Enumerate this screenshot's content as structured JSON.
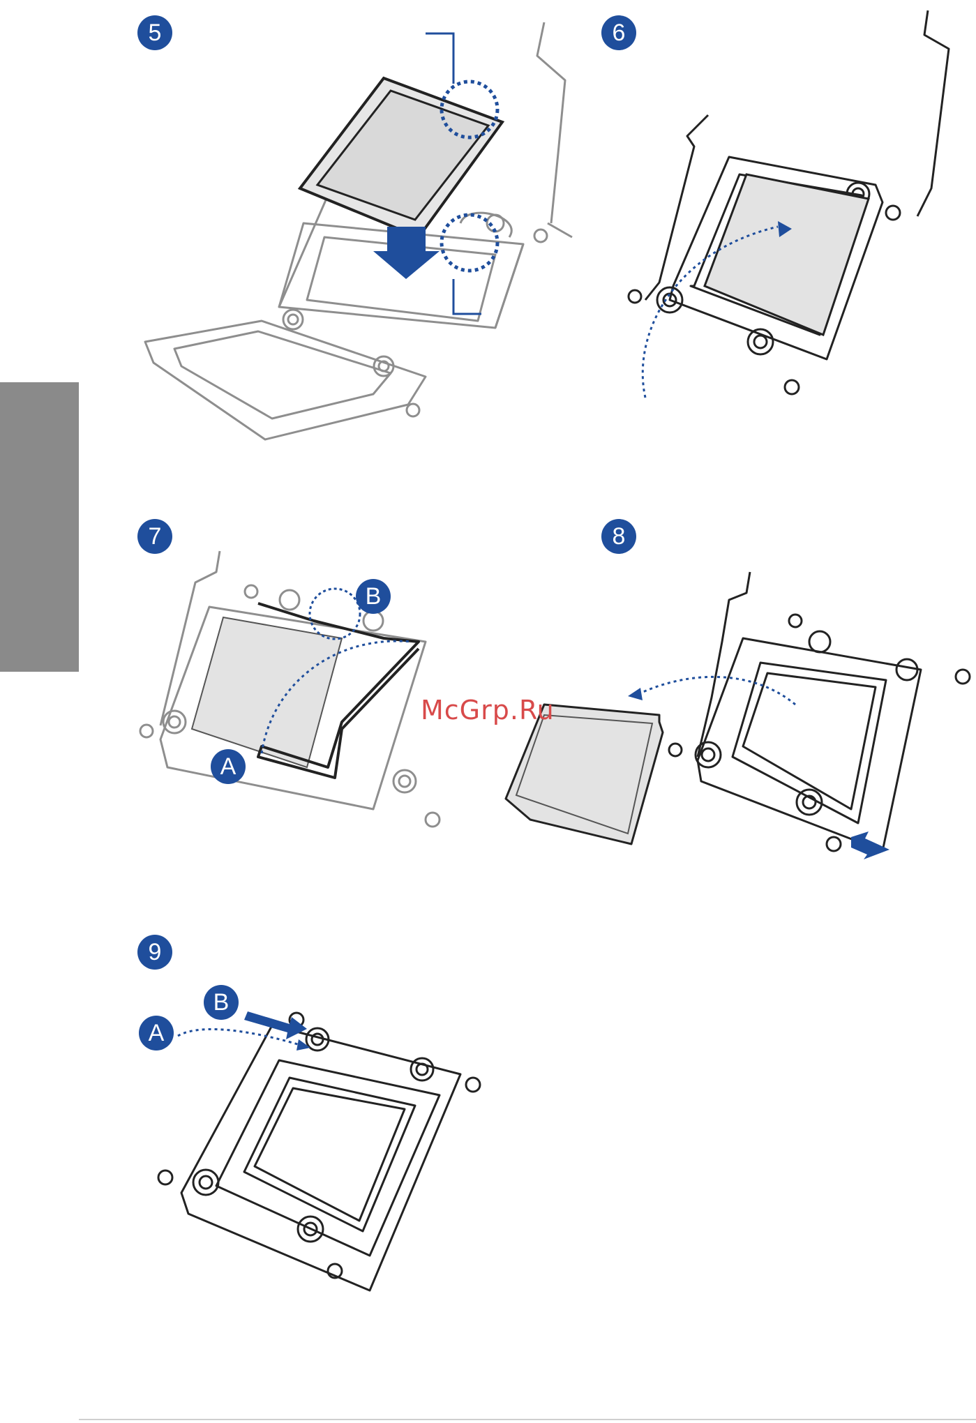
{
  "steps": [
    {
      "number": "5"
    },
    {
      "number": "6"
    },
    {
      "number": "7"
    },
    {
      "number": "8"
    },
    {
      "number": "9"
    }
  ],
  "labels": {
    "a": "A",
    "b": "B"
  },
  "watermark": "McGrp.Ru",
  "colors": {
    "accent": "#1f4e9c",
    "side_tab": "#8a8a8a",
    "watermark": "#d84a4a"
  }
}
